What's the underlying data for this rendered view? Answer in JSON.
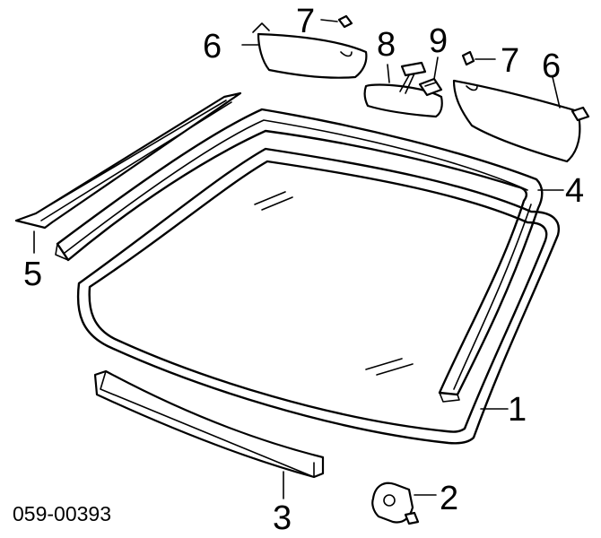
{
  "callouts": [
    {
      "id": "1",
      "label": "1"
    },
    {
      "id": "2",
      "label": "2"
    },
    {
      "id": "3",
      "label": "3"
    },
    {
      "id": "4",
      "label": "4"
    },
    {
      "id": "5",
      "label": "5"
    },
    {
      "id": "6a",
      "label": "6"
    },
    {
      "id": "6b",
      "label": "6"
    },
    {
      "id": "7a",
      "label": "7"
    },
    {
      "id": "7b",
      "label": "7"
    },
    {
      "id": "8",
      "label": "8"
    },
    {
      "id": "9",
      "label": "9"
    }
  ],
  "diagram_code": "059-00393"
}
